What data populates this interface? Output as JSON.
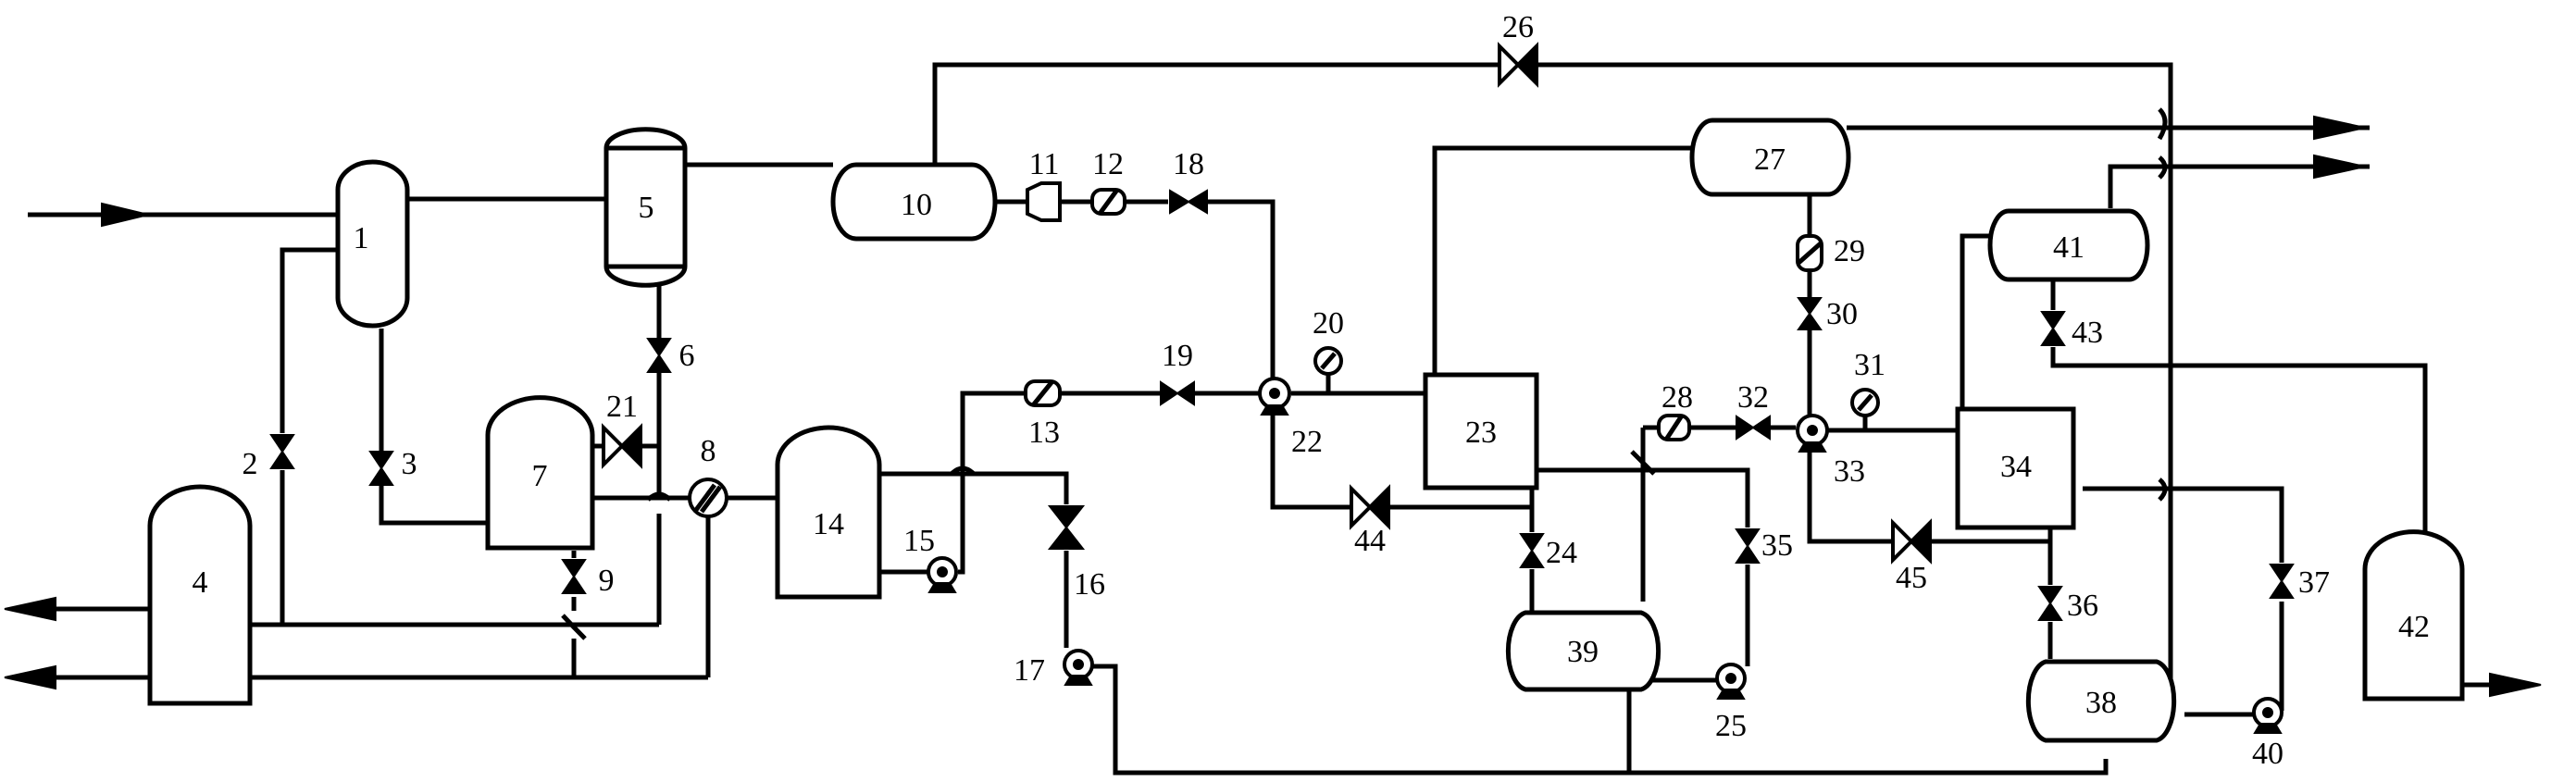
{
  "labels": {
    "l1": "1",
    "l2": "2",
    "l3": "3",
    "l4": "4",
    "l5": "5",
    "l6": "6",
    "l7": "7",
    "l8": "8",
    "l9": "9",
    "l10": "10",
    "l11": "11",
    "l12": "12",
    "l13": "13",
    "l14": "14",
    "l15": "15",
    "l16": "16",
    "l17": "17",
    "l18": "18",
    "l19": "19",
    "l20": "20",
    "l21": "21",
    "l22": "22",
    "l23": "23",
    "l24": "24",
    "l25": "25",
    "l26": "26",
    "l27": "27",
    "l28": "28",
    "l29": "29",
    "l30": "30",
    "l31": "31",
    "l32": "32",
    "l33": "33",
    "l34": "34",
    "l35": "35",
    "l36": "36",
    "l37": "37",
    "l38": "38",
    "l39": "39",
    "l40": "40",
    "l41": "41",
    "l42": "42",
    "l43": "43",
    "l44": "44",
    "l45": "45"
  }
}
